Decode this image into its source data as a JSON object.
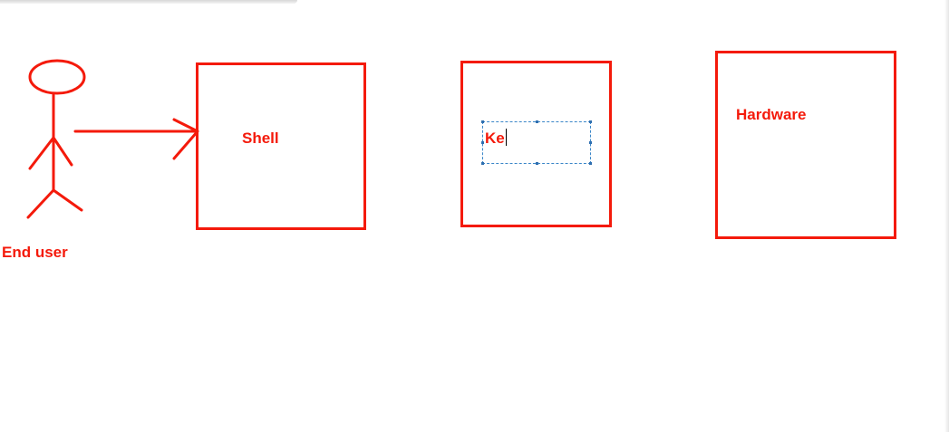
{
  "diagram": {
    "nodes": {
      "end_user": {
        "label": "End user"
      },
      "shell": {
        "label": "Shell"
      },
      "kernel": {
        "label": "Ke"
      },
      "hardware": {
        "label": "Hardware"
      }
    },
    "colors": {
      "stroke": "#f41a0b",
      "selection": "#3a86c8"
    }
  }
}
